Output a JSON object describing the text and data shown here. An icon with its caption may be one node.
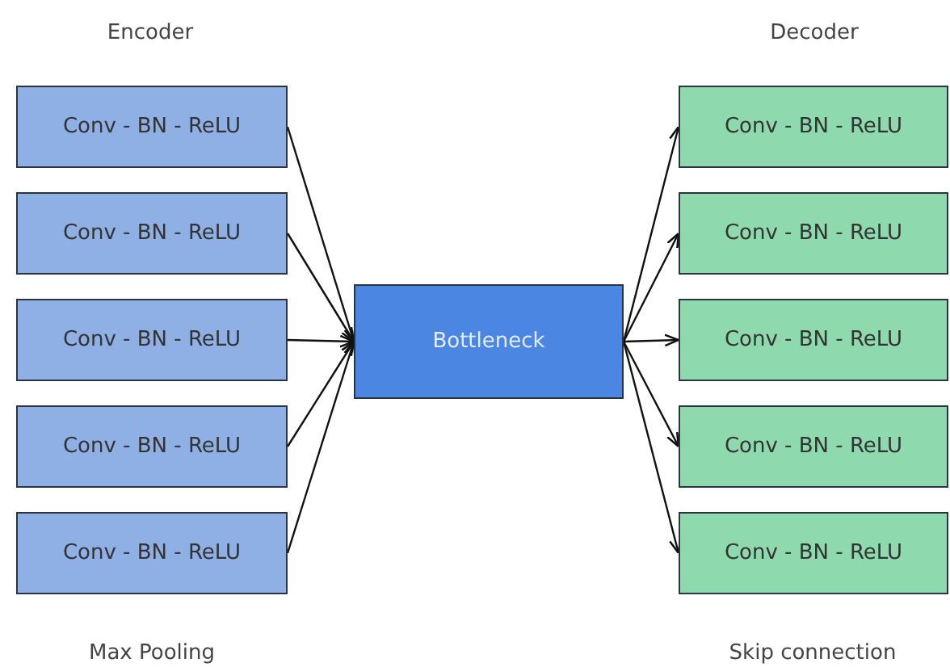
{
  "diagram": {
    "nodes": [
      {
        "text": [
          "Conv - BN - ReLU"
        ]
      },
      {
        "text": [
          "Conv - BN - ReLU"
        ]
      },
      {
        "text": [
          "Conv - BN - ReLU"
        ]
      },
      {
        "text": [
          "Conv - BN - ReLU"
        ]
      },
      {
        "text": [
          "Conv - BN - ReLU"
        ]
      },
      {
        "text": [
          "Bottleneck"
        ]
      },
      {
        "text": [
          "Conv - BN - ReLU"
        ]
      },
      {
        "text": [
          "Conv - BN - ReLU"
        ]
      },
      {
        "text": [
          "Conv - BN - ReLU"
        ]
      },
      {
        "text": [
          "Conv - BN - ReLU"
        ]
      },
      {
        "text": [
          "Conv - BN - ReLU"
        ]
      }
    ],
    "edges": [
      {
        "from": 0,
        "to": 5,
        "arrow": "to"
      },
      {
        "from": 1,
        "to": 5,
        "arrow": "to"
      },
      {
        "from": 2,
        "to": 5,
        "arrow": "to"
      },
      {
        "from": 3,
        "to": 5,
        "arrow": "to"
      },
      {
        "from": 4,
        "to": 5,
        "arrow": "to"
      },
      {
        "from": 5,
        "to": 6,
        "arrow": "to"
      },
      {
        "from": 5,
        "to": 7,
        "arrow": "to"
      },
      {
        "from": 5,
        "to": 8,
        "arrow": "to"
      },
      {
        "from": 5,
        "to": 9,
        "arrow": "to"
      },
      {
        "from": 5,
        "to": 10,
        "arrow": "to"
      }
    ],
    "labels": [
      "Encoder",
      "Decoder",
      "Max Pooling",
      "Skip connection"
    ]
  }
}
